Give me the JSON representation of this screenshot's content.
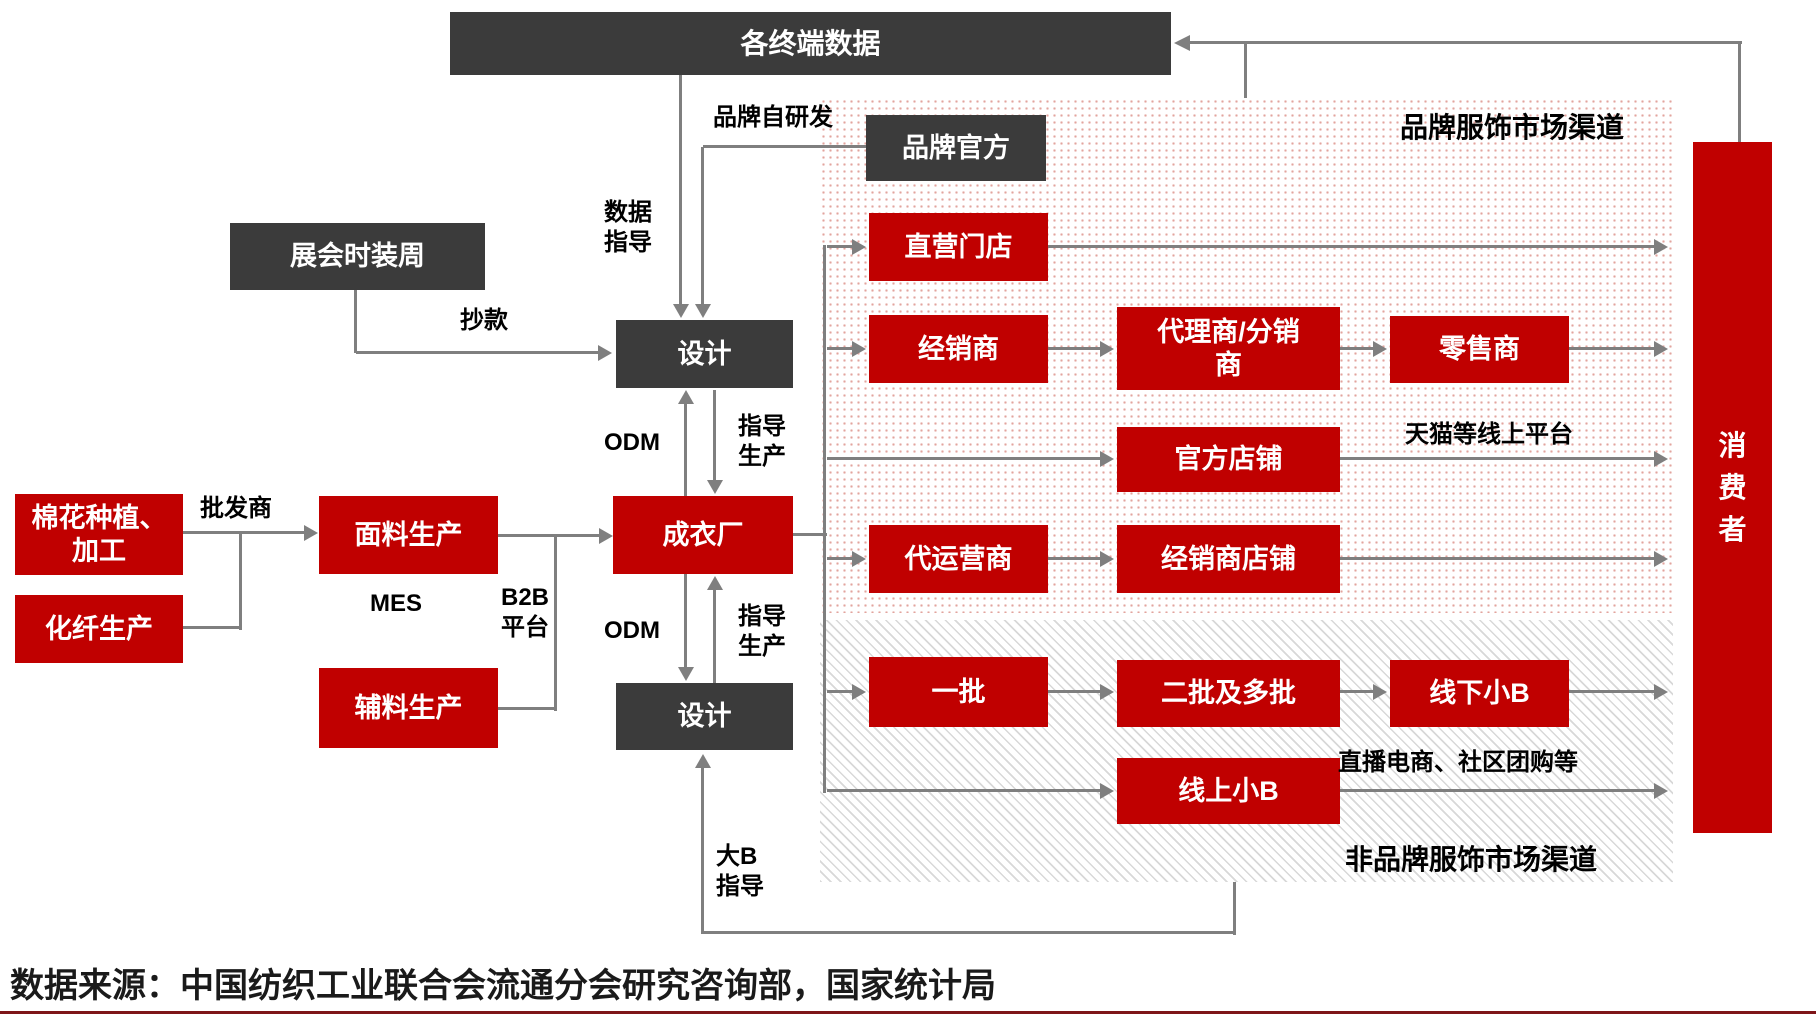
{
  "nodes": {
    "terminal_data": "各终端数据",
    "exhibition": "展会时装周",
    "brand_official": "品牌官方",
    "design_top": "设计",
    "design_bottom": "设计",
    "cotton": "棉花种植、\n加工",
    "fiber": "化纤生产",
    "fabric": "面料生产",
    "accessories": "辅料生产",
    "garment": "成衣厂",
    "direct_store": "直营门店",
    "dealer": "经销商",
    "agent": "代理商/分销\n商",
    "retailer": "零售商",
    "official_shop": "官方店铺",
    "agency_operator": "代运营商",
    "dealer_shop": "经销商店铺",
    "first_batch": "一批",
    "multi_batch": "二批及多批",
    "offline_small_b": "线下小B",
    "online_small_b": "线上小B",
    "consumer": "消\n费\n者"
  },
  "labels": {
    "brand_rd": "品牌自研发",
    "data_guidance": "数据\n指导",
    "copy_style": "抄款",
    "odm_top": "ODM",
    "odm_bottom": "ODM",
    "guide_production_top": "指导\n生产",
    "guide_production_bottom": "指导\n生产",
    "wholesaler": "批发商",
    "mes": "MES",
    "b2b": "B2B\n平台",
    "big_b_guidance": "大B\n指导",
    "tmall": "天猫等线上平台",
    "live_ecommerce": "直播电商、社区团购等",
    "brand_channel": "品牌服饰市场渠道",
    "non_brand_channel": "非品牌服饰市场渠道"
  },
  "footer": {
    "source": "数据来源：中国纺织工业联合会流通分会研究咨询部，国家统计局"
  },
  "colors": {
    "node_red": "#C00000",
    "node_dark": "#3B3B3B",
    "line_gray": "#7f7f7f",
    "separator_red": "#7E1518"
  }
}
